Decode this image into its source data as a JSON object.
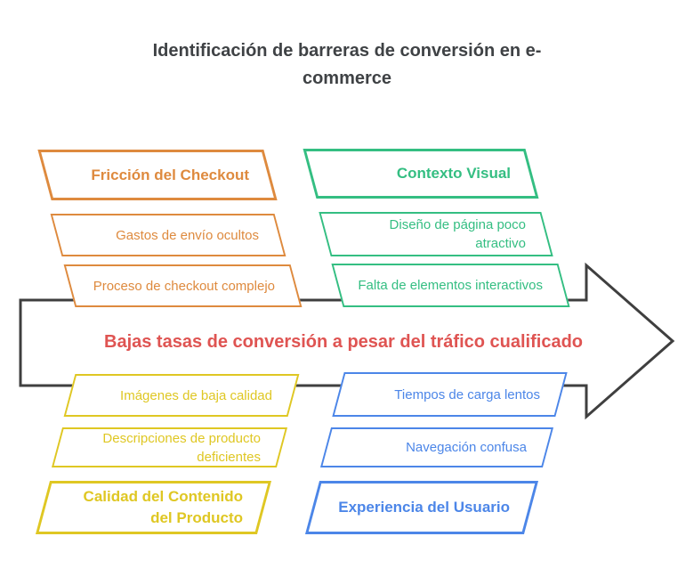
{
  "title": {
    "lines": [
      "Identificación de barreras de conversión en e-",
      "commerce"
    ],
    "color": "#3f4245"
  },
  "spine": {
    "label": "Bajas tasas de conversión a pesar del tráfico cualificado",
    "label_color": "#df5452",
    "line_color": "#3f3f3f",
    "shape": "right-arrow"
  },
  "groups": [
    {
      "quadrant": "top-left",
      "color": "#de8a3e",
      "name_lines": [
        "Fricción del Checkout"
      ],
      "items": [
        {
          "lines": [
            "Gastos de envío ocultos"
          ]
        },
        {
          "lines": [
            "Proceso de checkout complejo"
          ]
        }
      ]
    },
    {
      "quadrant": "top-right",
      "color": "#34be82",
      "name_lines": [
        "Contexto Visual"
      ],
      "items": [
        {
          "lines": [
            "Diseño de página poco",
            "atractivo"
          ]
        },
        {
          "lines": [
            "Falta de elementos interactivos"
          ]
        }
      ]
    },
    {
      "quadrant": "bottom-left",
      "color": "#dfc723",
      "name_lines": [
        "Calidad del Contenido",
        "del Producto"
      ],
      "items": [
        {
          "lines": [
            "Imágenes de baja calidad"
          ]
        },
        {
          "lines": [
            "Descripciones de producto",
            "deficientes"
          ]
        }
      ]
    },
    {
      "quadrant": "bottom-right",
      "color": "#4c86e8",
      "name_lines": [
        "Experiencia del Usuario"
      ],
      "items": [
        {
          "lines": [
            "Tiempos de carga lentos"
          ]
        },
        {
          "lines": [
            "Navegación confusa"
          ]
        }
      ]
    }
  ]
}
